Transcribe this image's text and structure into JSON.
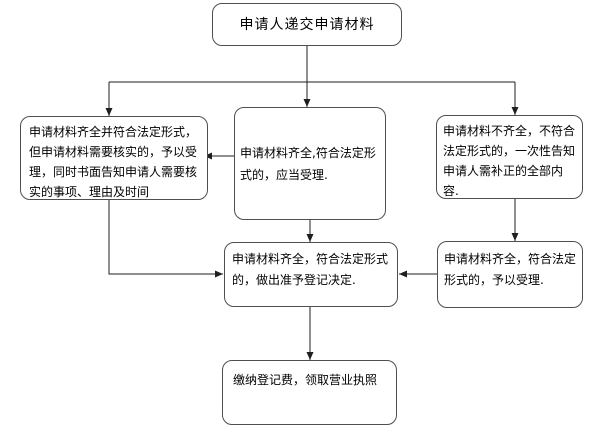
{
  "flowchart": {
    "type": "flowchart",
    "direction": "top-down",
    "colors": {
      "background": "#ffffff",
      "node_border": "#4f4f4f",
      "connector_line": "#1f1f1f",
      "text": "#000000"
    },
    "nodes": {
      "start": {
        "text": "申请人递交申请材料"
      },
      "verify": {
        "text": "申请材料齐全并符合法定形式，但申请材料需要核实的，予以受理，同时书面告知申请人需要核实的事项、理由及时间"
      },
      "accept": {
        "text": "申请材料齐全,符合法定形式的，应当受理."
      },
      "incomplete": {
        "text": "申请材料不齐全，不符合法定形式的，一次性告知申请人需补正的全部内容."
      },
      "decision": {
        "text": "申请材料齐全，符合法定形式的，做出准予登记决定."
      },
      "supplemented": {
        "text": "申请材料齐全，符合法定形式的，予以受理."
      },
      "license": {
        "text": "缴纳登记费，领取营业执照"
      }
    },
    "edges": [
      {
        "from": "start",
        "to": "verify"
      },
      {
        "from": "start",
        "to": "accept"
      },
      {
        "from": "start",
        "to": "incomplete"
      },
      {
        "from": "accept",
        "to": "verify"
      },
      {
        "from": "accept",
        "to": "decision"
      },
      {
        "from": "verify",
        "to": "decision"
      },
      {
        "from": "incomplete",
        "to": "supplemented"
      },
      {
        "from": "supplemented",
        "to": "decision"
      },
      {
        "from": "decision",
        "to": "license"
      }
    ]
  }
}
